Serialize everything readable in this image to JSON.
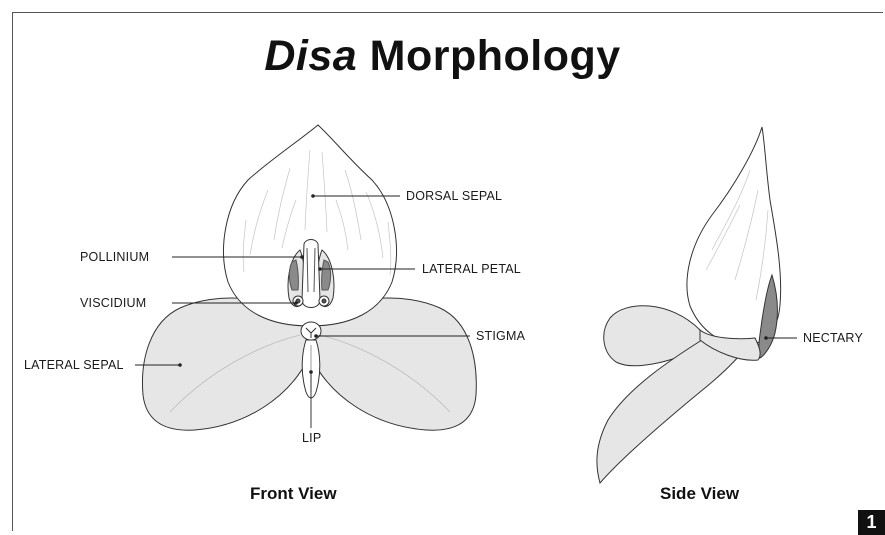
{
  "title": {
    "genus": "Disa",
    "rest": "Morphology"
  },
  "front_view": {
    "caption": "Front View",
    "labels": {
      "dorsal_sepal": "DORSAL SEPAL",
      "pollinium": "POLLINIUM",
      "lateral_petal": "LATERAL PETAL",
      "viscidium": "VISCIDIUM",
      "stigma": "STIGMA",
      "lateral_sepal": "LATERAL SEPAL",
      "lip": "LIP"
    }
  },
  "side_view": {
    "caption": "Side View",
    "labels": {
      "nectary": "NECTARY"
    }
  },
  "figure_number": "1",
  "colors": {
    "petal_fill": "#e6e6e6",
    "sepal_fill": "#ffffff",
    "dark_fill": "#8a8a8a",
    "outline": "#333333"
  }
}
